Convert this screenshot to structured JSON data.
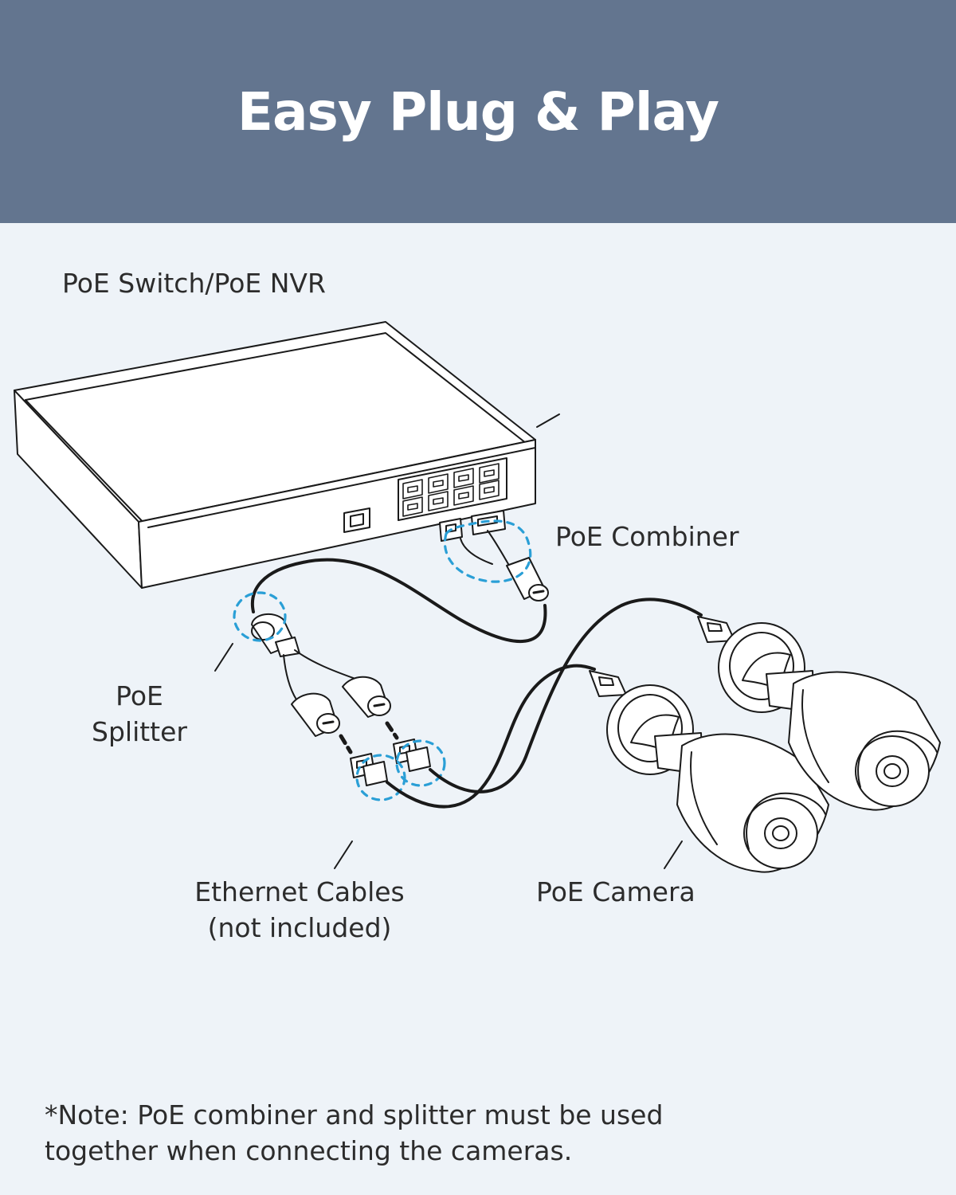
{
  "title": "Easy Plug & Play",
  "labels": {
    "switch": "PoE Switch/PoE NVR",
    "combiner": "PoE Combiner",
    "splitter_line1": "PoE",
    "splitter_line2": "Splitter",
    "cables_line1": "Ethernet Cables",
    "cables_line2": "(not included)",
    "camera": "PoE Camera"
  },
  "note_line1": "*Note: PoE combiner and splitter must be used",
  "note_line2": "together when connecting the cameras.",
  "colors": {
    "banner": "#63758f",
    "background": "#eef3f8",
    "highlight": "#2a9fd6",
    "line": "#1a1a1a"
  }
}
